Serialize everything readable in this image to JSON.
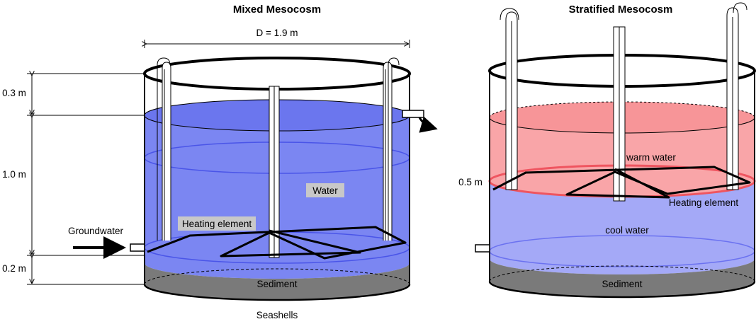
{
  "left": {
    "title": "Mixed Mesocosm",
    "diameter": "D = 1.9 m",
    "dims": {
      "top": "0.3 m",
      "middle": "1.0 m",
      "bottom": "0.2 m"
    },
    "labels": {
      "water": "Water",
      "heating": "Heating element",
      "groundwater": "Groundwater",
      "sediment": "Sediment",
      "seashells": "Seashells"
    }
  },
  "right": {
    "title": "Stratified Mesocosm",
    "labels": {
      "warm": "warm water",
      "cool": "cool water",
      "heating": "Heating element",
      "sediment": "Sediment",
      "depth": "0.5 m"
    }
  },
  "colors": {
    "water_blue": "#7b86f2",
    "warm_red": "#f9a5a8",
    "cool_blue": "#a4a9f7",
    "sediment": "#7a7a7a"
  }
}
